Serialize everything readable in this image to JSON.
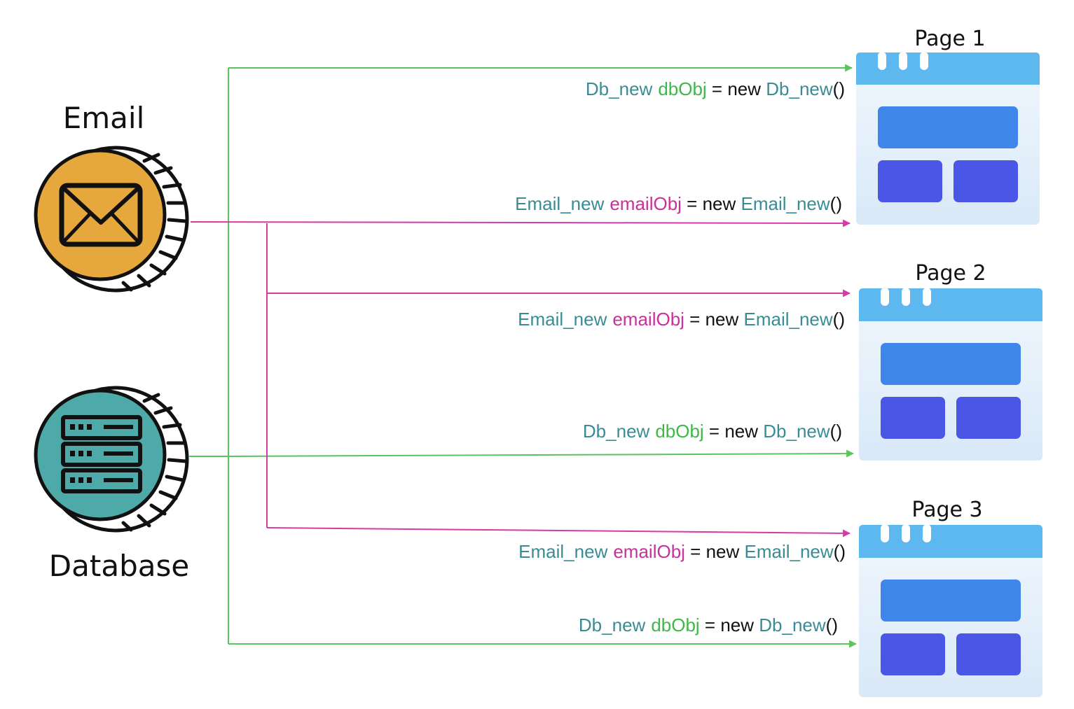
{
  "colors": {
    "green": "#5cc45c",
    "magenta": "#d63aa8",
    "type_teal": "#3a8c94",
    "var_green": "#3eb848",
    "var_magenta": "#c8309a",
    "plain": "#111111",
    "email_fill": "#e6a83c",
    "db_fill": "#4eaaa8",
    "page_header": "#5cb8ee",
    "page_body_top": "#eef6fd",
    "page_body_bottom": "#dbeaf8",
    "page_wide_block": "#3f86ea",
    "page_small_block": "#4a56e6"
  },
  "sources": {
    "email": {
      "label": "Email",
      "icon": "envelope-icon"
    },
    "database": {
      "label": "Database",
      "icon": "server-rack-icon"
    }
  },
  "pages": [
    {
      "label": "Page 1"
    },
    {
      "label": "Page 2"
    },
    {
      "label": "Page 3"
    }
  ],
  "statements": {
    "p1_db": {
      "type": "Db_new",
      "var": "dbObj",
      "eq": " = new ",
      "ctor": "Db_new",
      "parens": "()"
    },
    "p1_email": {
      "type": "Email_new",
      "var": "emailObj",
      "eq": " = new ",
      "ctor": "Email_new",
      "parens": "()"
    },
    "p2_email": {
      "type": "Email_new",
      "var": "emailObj",
      "eq": " = new ",
      "ctor": "Email_new",
      "parens": "()"
    },
    "p2_db": {
      "type": "Db_new",
      "var": "dbObj",
      "eq": " = new ",
      "ctor": "Db_new",
      "parens": "()"
    },
    "p3_email": {
      "type": "Email_new",
      "var": "emailObj",
      "eq": " = new ",
      "ctor": "Email_new",
      "parens": "()"
    },
    "p3_db": {
      "type": "Db_new",
      "var": "dbObj",
      "eq": " = new ",
      "ctor": "Db_new",
      "parens": "()"
    }
  }
}
